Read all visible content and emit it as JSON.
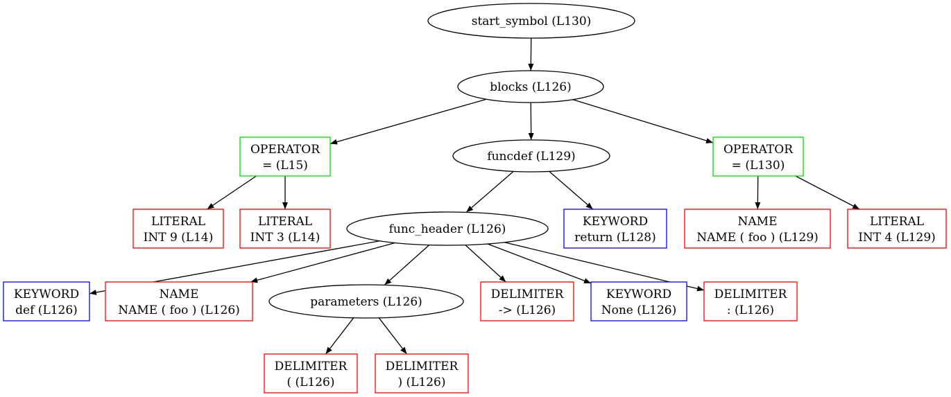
{
  "colors": {
    "ellipse_border": "#000000",
    "keyword_border": "#0000ff",
    "operator_border": "#00e000",
    "token_border": "#ff0000",
    "edge": "#000000"
  },
  "nodes": {
    "start_symbol": {
      "kind": "ellipse",
      "line1": "start_symbol (L130)"
    },
    "blocks": {
      "kind": "ellipse",
      "line1": "blocks (L126)"
    },
    "funcdef": {
      "kind": "ellipse",
      "line1": "funcdef (L129)"
    },
    "func_header": {
      "kind": "ellipse",
      "line1": "func_header (L126)"
    },
    "parameters": {
      "kind": "ellipse",
      "line1": "parameters (L126)"
    },
    "op_eq_l15": {
      "kind": "operator",
      "line1": "OPERATOR",
      "line2": "= (L15)"
    },
    "op_eq_l130": {
      "kind": "operator",
      "line1": "OPERATOR",
      "line2": "= (L130)"
    },
    "lit_int9": {
      "kind": "token",
      "line1": "LITERAL",
      "line2": "INT 9 (L14)"
    },
    "lit_int3": {
      "kind": "token",
      "line1": "LITERAL",
      "line2": "INT 3 (L14)"
    },
    "kw_return": {
      "kind": "keyword",
      "line1": "KEYWORD",
      "line2": "return (L128)"
    },
    "name_foo_l129": {
      "kind": "token",
      "line1": "NAME",
      "line2": "NAME ( foo ) (L129)"
    },
    "lit_int4": {
      "kind": "token",
      "line1": "LITERAL",
      "line2": "INT 4 (L129)"
    },
    "kw_def": {
      "kind": "keyword",
      "line1": "KEYWORD",
      "line2": "def (L126)"
    },
    "name_foo_l126": {
      "kind": "token",
      "line1": "NAME",
      "line2": "NAME ( foo ) (L126)"
    },
    "delim_arrow": {
      "kind": "token",
      "line1": "DELIMITER",
      "line2": "-> (L126)"
    },
    "kw_none": {
      "kind": "keyword",
      "line1": "KEYWORD",
      "line2": "None (L126)"
    },
    "delim_colon": {
      "kind": "token",
      "line1": "DELIMITER",
      "line2": ": (L126)"
    },
    "delim_lparen": {
      "kind": "token",
      "line1": "DELIMITER",
      "line2": "( (L126)"
    },
    "delim_rparen": {
      "kind": "token",
      "line1": "DELIMITER",
      "line2": ") (L126)"
    }
  },
  "edges": [
    [
      "start_symbol",
      "blocks"
    ],
    [
      "blocks",
      "op_eq_l15"
    ],
    [
      "blocks",
      "funcdef"
    ],
    [
      "blocks",
      "op_eq_l130"
    ],
    [
      "op_eq_l15",
      "lit_int9"
    ],
    [
      "op_eq_l15",
      "lit_int3"
    ],
    [
      "funcdef",
      "func_header"
    ],
    [
      "funcdef",
      "kw_return"
    ],
    [
      "op_eq_l130",
      "name_foo_l129"
    ],
    [
      "op_eq_l130",
      "lit_int4"
    ],
    [
      "func_header",
      "kw_def"
    ],
    [
      "func_header",
      "name_foo_l126"
    ],
    [
      "func_header",
      "parameters"
    ],
    [
      "func_header",
      "delim_arrow"
    ],
    [
      "func_header",
      "kw_none"
    ],
    [
      "func_header",
      "delim_colon"
    ],
    [
      "parameters",
      "delim_lparen"
    ],
    [
      "parameters",
      "delim_rparen"
    ]
  ]
}
